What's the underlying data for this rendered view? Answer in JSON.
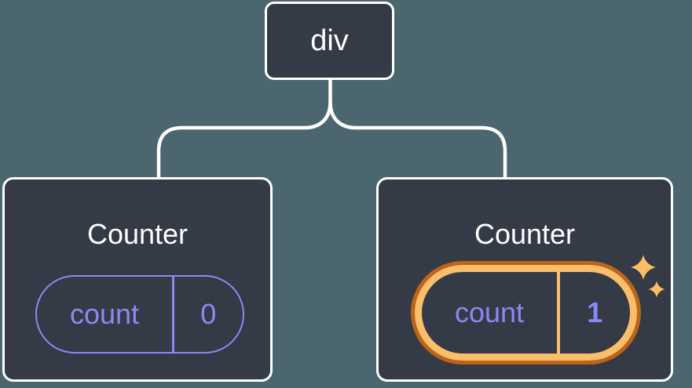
{
  "colors": {
    "background": "#4B666F",
    "node_fill": "#343A46",
    "node_border": "#FFFFFF",
    "connector_line": "#FFFFFF",
    "state_accent_purple": "#8A8AF0",
    "highlight_ring_outer_orange": "#BC6417",
    "highlight_ring_inner_orange": "#FBBE6B",
    "sparkle_orange": "#FABD66"
  },
  "tree": {
    "root": {
      "label": "div"
    },
    "children": [
      {
        "title": "Counter",
        "state_key": "count",
        "state_value": "0",
        "highlighted": false
      },
      {
        "title": "Counter",
        "state_key": "count",
        "state_value": "1",
        "highlighted": true
      }
    ]
  }
}
